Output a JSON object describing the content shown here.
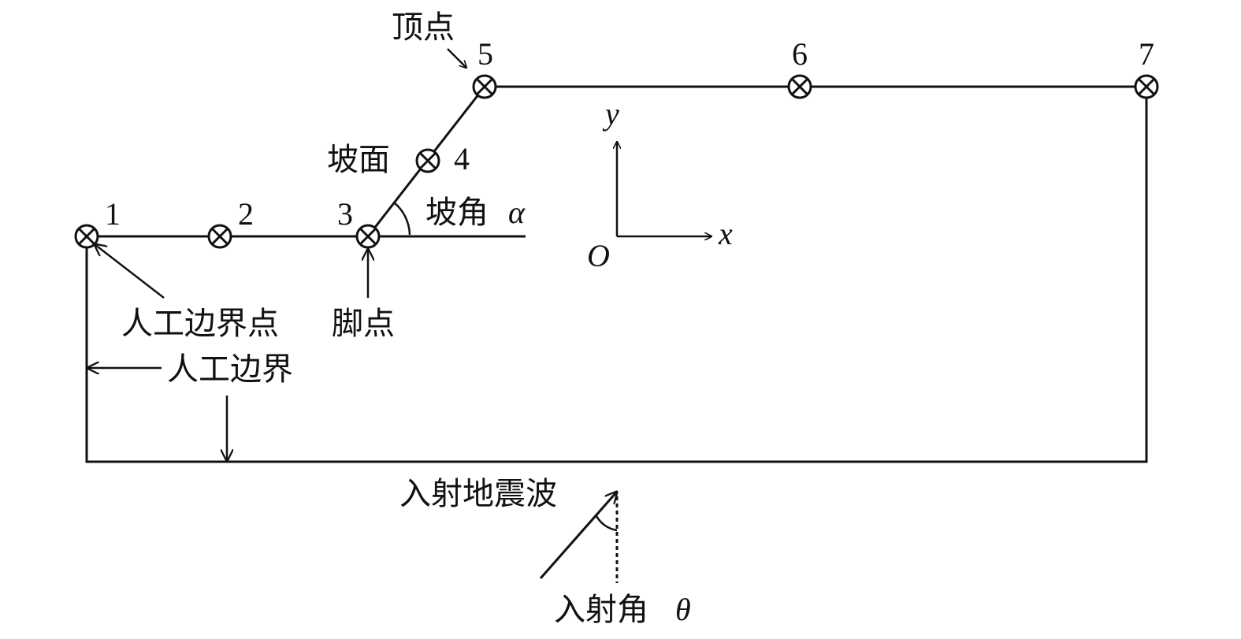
{
  "points": [
    {
      "id": "1",
      "label": "1"
    },
    {
      "id": "2",
      "label": "2"
    },
    {
      "id": "3",
      "label": "3"
    },
    {
      "id": "4",
      "label": "4"
    },
    {
      "id": "5",
      "label": "5"
    },
    {
      "id": "6",
      "label": "6"
    },
    {
      "id": "7",
      "label": "7"
    }
  ],
  "labels": {
    "vertex": "顶点",
    "slope_face": "坡面",
    "slope_angle": "坡角",
    "slope_angle_symbol": "α",
    "artificial_boundary_point": "人工边界点",
    "foot_point": "脚点",
    "artificial_boundary": "人工边界",
    "incident_wave": "入射地震波",
    "incident_angle": "入射角",
    "incident_angle_symbol": "θ"
  },
  "axes": {
    "x": "x",
    "y": "y",
    "origin": "O"
  }
}
